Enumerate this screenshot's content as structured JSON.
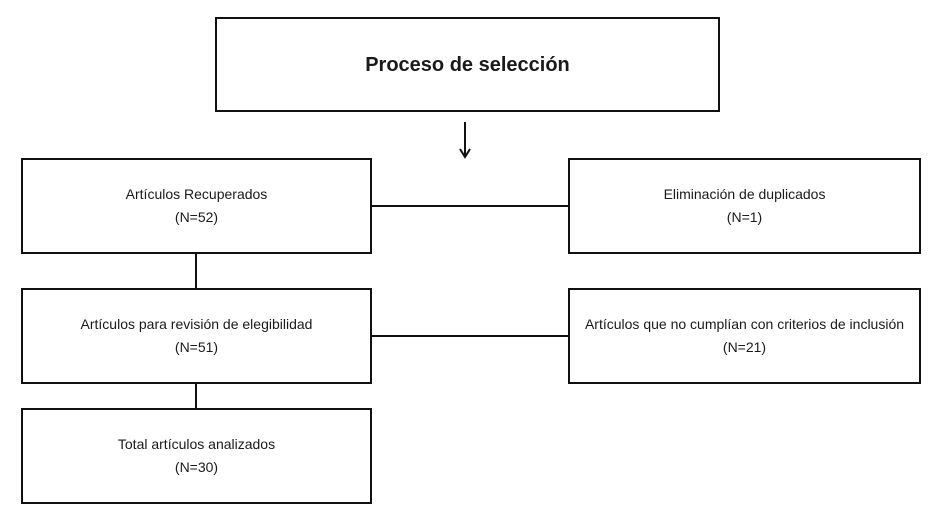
{
  "title": "Proceso de selección",
  "boxes": {
    "retrieved": {
      "label": "Artículos Recuperados",
      "count": "(N=52)"
    },
    "duplicates": {
      "label": "Eliminación de duplicados",
      "count": "(N=1)"
    },
    "eligibility": {
      "label": "Artículos para revisión de elegibilidad",
      "count": "(N=51)"
    },
    "excluded": {
      "label": "Artículos que no cumplían con criterios de inclusión",
      "count": "(N=21)"
    },
    "analyzed": {
      "label": "Total artículos analizados",
      "count": "(N=30)"
    }
  }
}
